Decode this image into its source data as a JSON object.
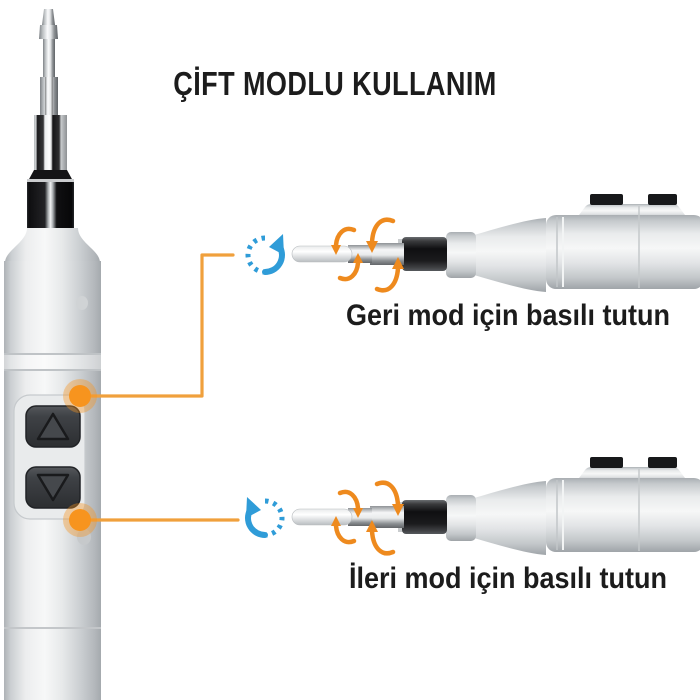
{
  "title": "ÇİFT MODLU KULLANIM",
  "captions": {
    "reverse_mode": "Geri mod için basılı tutun",
    "forward_mode": "İleri mod için basılı tutun"
  },
  "device": {
    "type": "pen-style cordless electric screwdriver",
    "mode_buttons": [
      {
        "name": "up-button",
        "glyph": "triangle-up"
      },
      {
        "name": "down-button",
        "glyph": "triangle-down"
      }
    ]
  },
  "icons": {
    "reverse_rotation": "curved-arrow-clockwise-icon",
    "forward_rotation": "curved-arrow-counterclockwise-icon",
    "bit_spin": "orbit-rotation-arrows-icon",
    "callout": "orange-dot-connector-line"
  },
  "colors": {
    "background": "#ffffff",
    "text": "#1c1c1c",
    "accent_orange": "#f0a03c",
    "accent_orange_dot": "#f7941e",
    "accent_orange_deep": "#ee8a1e",
    "accent_blue": "#2f9cd8",
    "device_body": "#d9dcde",
    "device_dark": "#1a1a1a"
  }
}
